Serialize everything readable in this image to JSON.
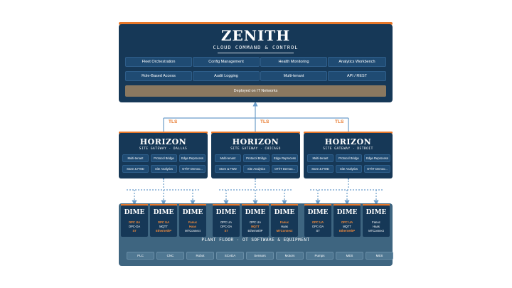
{
  "zenith": {
    "title": "ZENITH",
    "subtitle": "CLOUD COMMAND & CONTROL",
    "buttons": [
      "Fleet Orchestration",
      "Config Management",
      "Health Monitoring",
      "Analytics Workbench",
      "Role-Based Access",
      "Audit Logging",
      "Multi-tenant",
      "API / REST"
    ],
    "deployed": "Deployed on IT Networks"
  },
  "tls_label": "TLS",
  "horizons": [
    {
      "title": "HORIZON",
      "subtitle": "SITE GATEWAY · DALLAS",
      "buttons": [
        "Multi-tenant",
        "Protocol Bridge",
        "Edge Reprocess",
        "Store & FWD",
        "Site Analytics",
        "OT/IT Demoo..."
      ]
    },
    {
      "title": "HORIZON",
      "subtitle": "SITE GATEWAY · CHICAGO",
      "buttons": [
        "Multi-tenant",
        "Protocol Bridge",
        "Edge Reprocess",
        "Store & FWD",
        "Site Analytics",
        "OT/IT Demoo..."
      ]
    },
    {
      "title": "HORIZON",
      "subtitle": "SITE GATEWAY · DETROIT",
      "buttons": [
        "Multi-tenant",
        "Protocol Bridge",
        "Edge Reprocess",
        "Store & FWD",
        "Site Analytics",
        "OT/IT Demoo..."
      ]
    }
  ],
  "dimes": [
    {
      "title": "DIME",
      "lines": [
        {
          "t": "OPC UA",
          "o": true
        },
        {
          "t": "OPC-DA",
          "o": false
        },
        {
          "t": "S7",
          "o": true
        }
      ]
    },
    {
      "title": "DIME",
      "lines": [
        {
          "t": "OPC UA",
          "o": true
        },
        {
          "t": "MQTT",
          "o": false
        },
        {
          "t": "Ethernet/IP",
          "o": true
        }
      ]
    },
    {
      "title": "DIME",
      "lines": [
        {
          "t": "Fanuc",
          "o": true
        },
        {
          "t": "Haas",
          "o": true
        },
        {
          "t": "MTConnect",
          "o": false
        }
      ]
    },
    {
      "title": "DIME",
      "lines": [
        {
          "t": "OPC UA",
          "o": false
        },
        {
          "t": "OPC-DA",
          "o": false
        },
        {
          "t": "S7",
          "o": true
        }
      ]
    },
    {
      "title": "DIME",
      "lines": [
        {
          "t": "OPC UA",
          "o": false
        },
        {
          "t": "MQTT",
          "o": true
        },
        {
          "t": "Ethernet/IP",
          "o": false
        }
      ]
    },
    {
      "title": "DIME",
      "lines": [
        {
          "t": "Fanuc",
          "o": true
        },
        {
          "t": "Haas",
          "o": false
        },
        {
          "t": "MTConnect",
          "o": true
        }
      ]
    },
    {
      "title": "DIME",
      "lines": [
        {
          "t": "OPC UA",
          "o": true
        },
        {
          "t": "OPC-DA",
          "o": false
        },
        {
          "t": "S7",
          "o": false
        }
      ]
    },
    {
      "title": "DIME",
      "lines": [
        {
          "t": "OPC UA",
          "o": true
        },
        {
          "t": "MQTT",
          "o": false
        },
        {
          "t": "Ethernet/IP",
          "o": true
        }
      ]
    },
    {
      "title": "DIME",
      "lines": [
        {
          "t": "Fanuc",
          "o": false
        },
        {
          "t": "Haas",
          "o": false
        },
        {
          "t": "MTConnect",
          "o": false
        }
      ]
    }
  ],
  "plant_floor": {
    "label": "PLANT FLOOR · OT SOFTWARE & EQUIPMENT",
    "chips": [
      "PLC",
      "CNC",
      "Robot",
      "SCADA",
      "Sensors",
      "Motors",
      "Pumps",
      "MES",
      "MES"
    ]
  },
  "colors": {
    "navy": "#163857",
    "orange": "#e8782a",
    "connector": "#6a9cc9",
    "floor": "#3e6580"
  }
}
